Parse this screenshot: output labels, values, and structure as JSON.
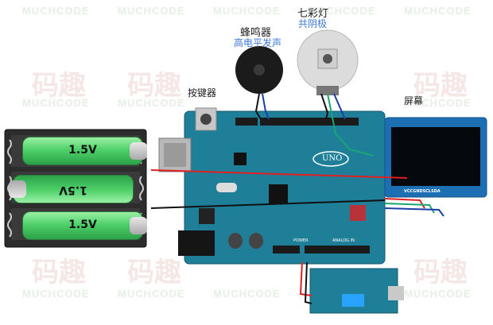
{
  "watermark": {
    "brand": "MUCHCODE",
    "big": "码趣"
  },
  "components": {
    "buzzer": {
      "name": "蜂鸣器",
      "note": "高电平发声"
    },
    "led": {
      "name": "七彩灯",
      "note": "共阴极"
    },
    "button": {
      "name": "按键器"
    },
    "screen": {
      "name": "屏幕",
      "pins": "VCCGNDSCLSDA"
    },
    "board": {
      "logo": "UNO",
      "power_label": "POWER",
      "analog_label": "ANALOG IN"
    },
    "batteries": [
      {
        "label": "1.5V"
      },
      {
        "label": "1.5V"
      },
      {
        "label": "1.5V"
      }
    ]
  },
  "colors": {
    "board": "#1f7f99",
    "battery_green": "#3fcf5c",
    "wire_red": "#e02020",
    "wire_black": "#111111"
  }
}
